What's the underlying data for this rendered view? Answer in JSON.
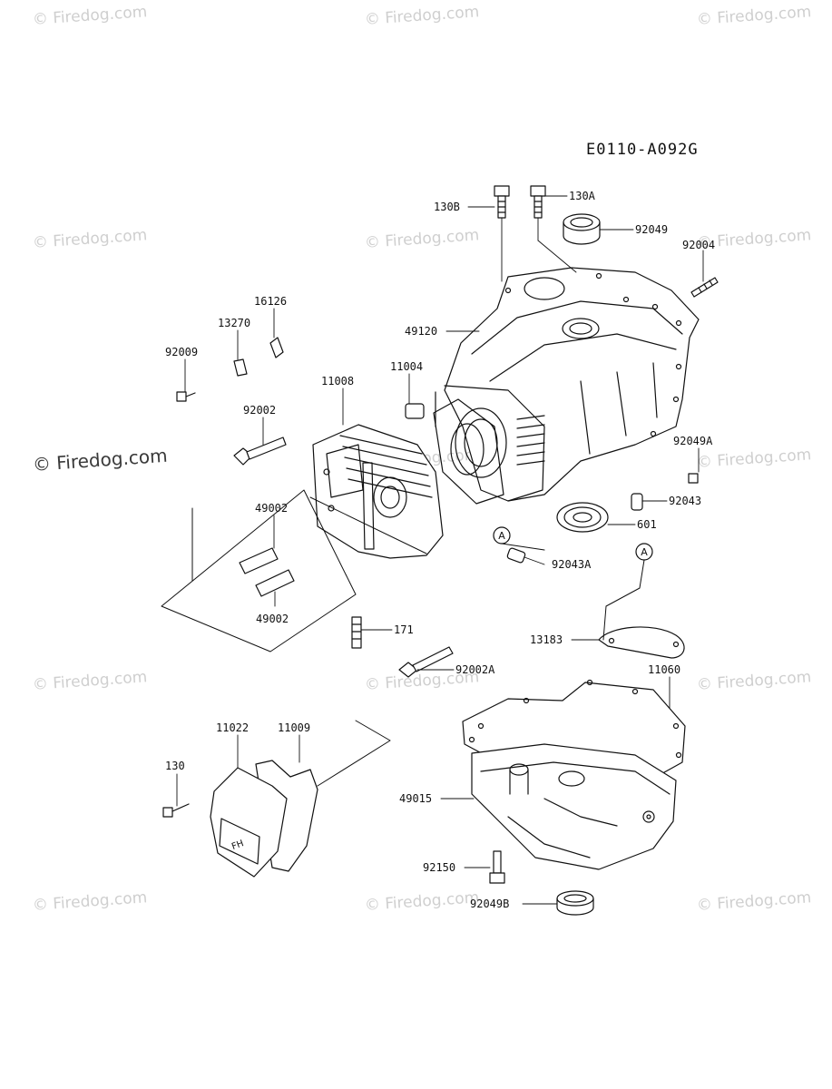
{
  "diagram_code": "E0110-A092G",
  "watermark_text": "© Firedog.com",
  "callouts": {
    "a1": "A",
    "a2": "A"
  },
  "cover_badge": "FH",
  "part_labels": {
    "p130B": "130B",
    "p130A": "130A",
    "p92049": "92049",
    "p92004": "92004",
    "p49120": "49120",
    "p16126": "16126",
    "p13270": "13270",
    "p92009": "92009",
    "p11008": "11008",
    "p11004": "11004",
    "p92002": "92002",
    "p92049A": "92049A",
    "p92043": "92043",
    "p49002a": "49002",
    "p601": "601",
    "p92043A": "92043A",
    "p49002b": "49002",
    "p171": "171",
    "p13183": "13183",
    "p92002A": "92002A",
    "p11060": "11060",
    "p11022": "11022",
    "p11009": "11009",
    "p130": "130",
    "p49015": "49015",
    "p92150": "92150",
    "p92049B": "92049B"
  }
}
